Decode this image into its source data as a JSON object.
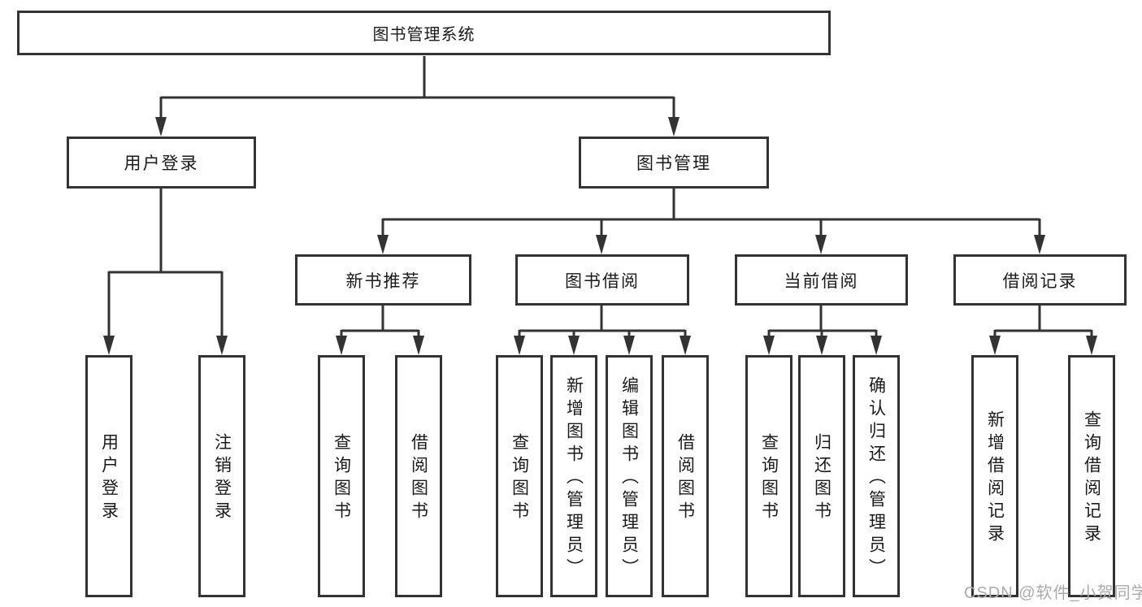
{
  "tree": {
    "label": "图书管理系统",
    "children": [
      {
        "label": "用户登录",
        "children": [
          {
            "label": "用户登录"
          },
          {
            "label": "注销登录"
          }
        ]
      },
      {
        "label": "图书管理",
        "children": [
          {
            "label": "新书推荐",
            "children": [
              {
                "label": "查询图书"
              },
              {
                "label": "借阅图书"
              }
            ]
          },
          {
            "label": "图书借阅",
            "children": [
              {
                "label": "查询图书"
              },
              {
                "label": "新增图书（管理员）"
              },
              {
                "label": "编辑图书（管理员）"
              },
              {
                "label": "借阅图书"
              }
            ]
          },
          {
            "label": "当前借阅",
            "children": [
              {
                "label": "查询图书"
              },
              {
                "label": "归还图书"
              },
              {
                "label": "确认归还（管理员）"
              }
            ]
          },
          {
            "label": "借阅记录",
            "children": [
              {
                "label": "新增借阅记录"
              },
              {
                "label": "查询借阅记录"
              }
            ]
          }
        ]
      }
    ]
  },
  "watermark": {
    "text": "CSDN @软件_小贺同学"
  },
  "colors": {
    "line": "#333333",
    "text": "#1a1a1a",
    "box-bg": "#ffffff",
    "watermark": "#ababab",
    "bg": "#ffffff"
  }
}
